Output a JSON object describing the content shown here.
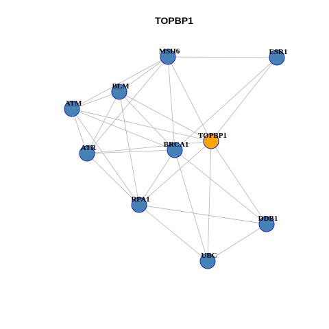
{
  "title": "TOPBP1",
  "colors": {
    "node_fill": "#4682b4",
    "node_stroke": "#1f2fd0",
    "focus_fill": "#ffa500",
    "focus_stroke": "#1f2fd0",
    "edge": "#b3b3b3"
  },
  "nodes": [
    {
      "id": "MSH6",
      "focus": false
    },
    {
      "id": "ESR1",
      "focus": false
    },
    {
      "id": "BLM",
      "focus": false
    },
    {
      "id": "ATM",
      "focus": false
    },
    {
      "id": "TOPBP1",
      "focus": true
    },
    {
      "id": "BRCA1",
      "focus": false
    },
    {
      "id": "ATR",
      "focus": false
    },
    {
      "id": "RPA1",
      "focus": false
    },
    {
      "id": "DDB1",
      "focus": false
    },
    {
      "id": "UBC",
      "focus": false
    }
  ],
  "edges": [
    [
      "MSH6",
      "ESR1"
    ],
    [
      "MSH6",
      "BLM"
    ],
    [
      "MSH6",
      "ATM"
    ],
    [
      "MSH6",
      "ATR"
    ],
    [
      "MSH6",
      "BRCA1"
    ],
    [
      "MSH6",
      "TOPBP1"
    ],
    [
      "ESR1",
      "TOPBP1"
    ],
    [
      "ESR1",
      "BRCA1"
    ],
    [
      "BLM",
      "ATM"
    ],
    [
      "BLM",
      "ATR"
    ],
    [
      "BLM",
      "BRCA1"
    ],
    [
      "BLM",
      "RPA1"
    ],
    [
      "BLM",
      "TOPBP1"
    ],
    [
      "ATM",
      "ATR"
    ],
    [
      "ATM",
      "BRCA1"
    ],
    [
      "ATM",
      "RPA1"
    ],
    [
      "ATM",
      "TOPBP1"
    ],
    [
      "ATR",
      "BRCA1"
    ],
    [
      "ATR",
      "TOPBP1"
    ],
    [
      "ATR",
      "RPA1"
    ],
    [
      "BRCA1",
      "RPA1"
    ],
    [
      "BRCA1",
      "UBC"
    ],
    [
      "BRCA1",
      "DDB1"
    ],
    [
      "TOPBP1",
      "RPA1"
    ],
    [
      "TOPBP1",
      "UBC"
    ],
    [
      "TOPBP1",
      "DDB1"
    ],
    [
      "RPA1",
      "DDB1"
    ],
    [
      "RPA1",
      "UBC"
    ],
    [
      "DDB1",
      "UBC"
    ]
  ]
}
